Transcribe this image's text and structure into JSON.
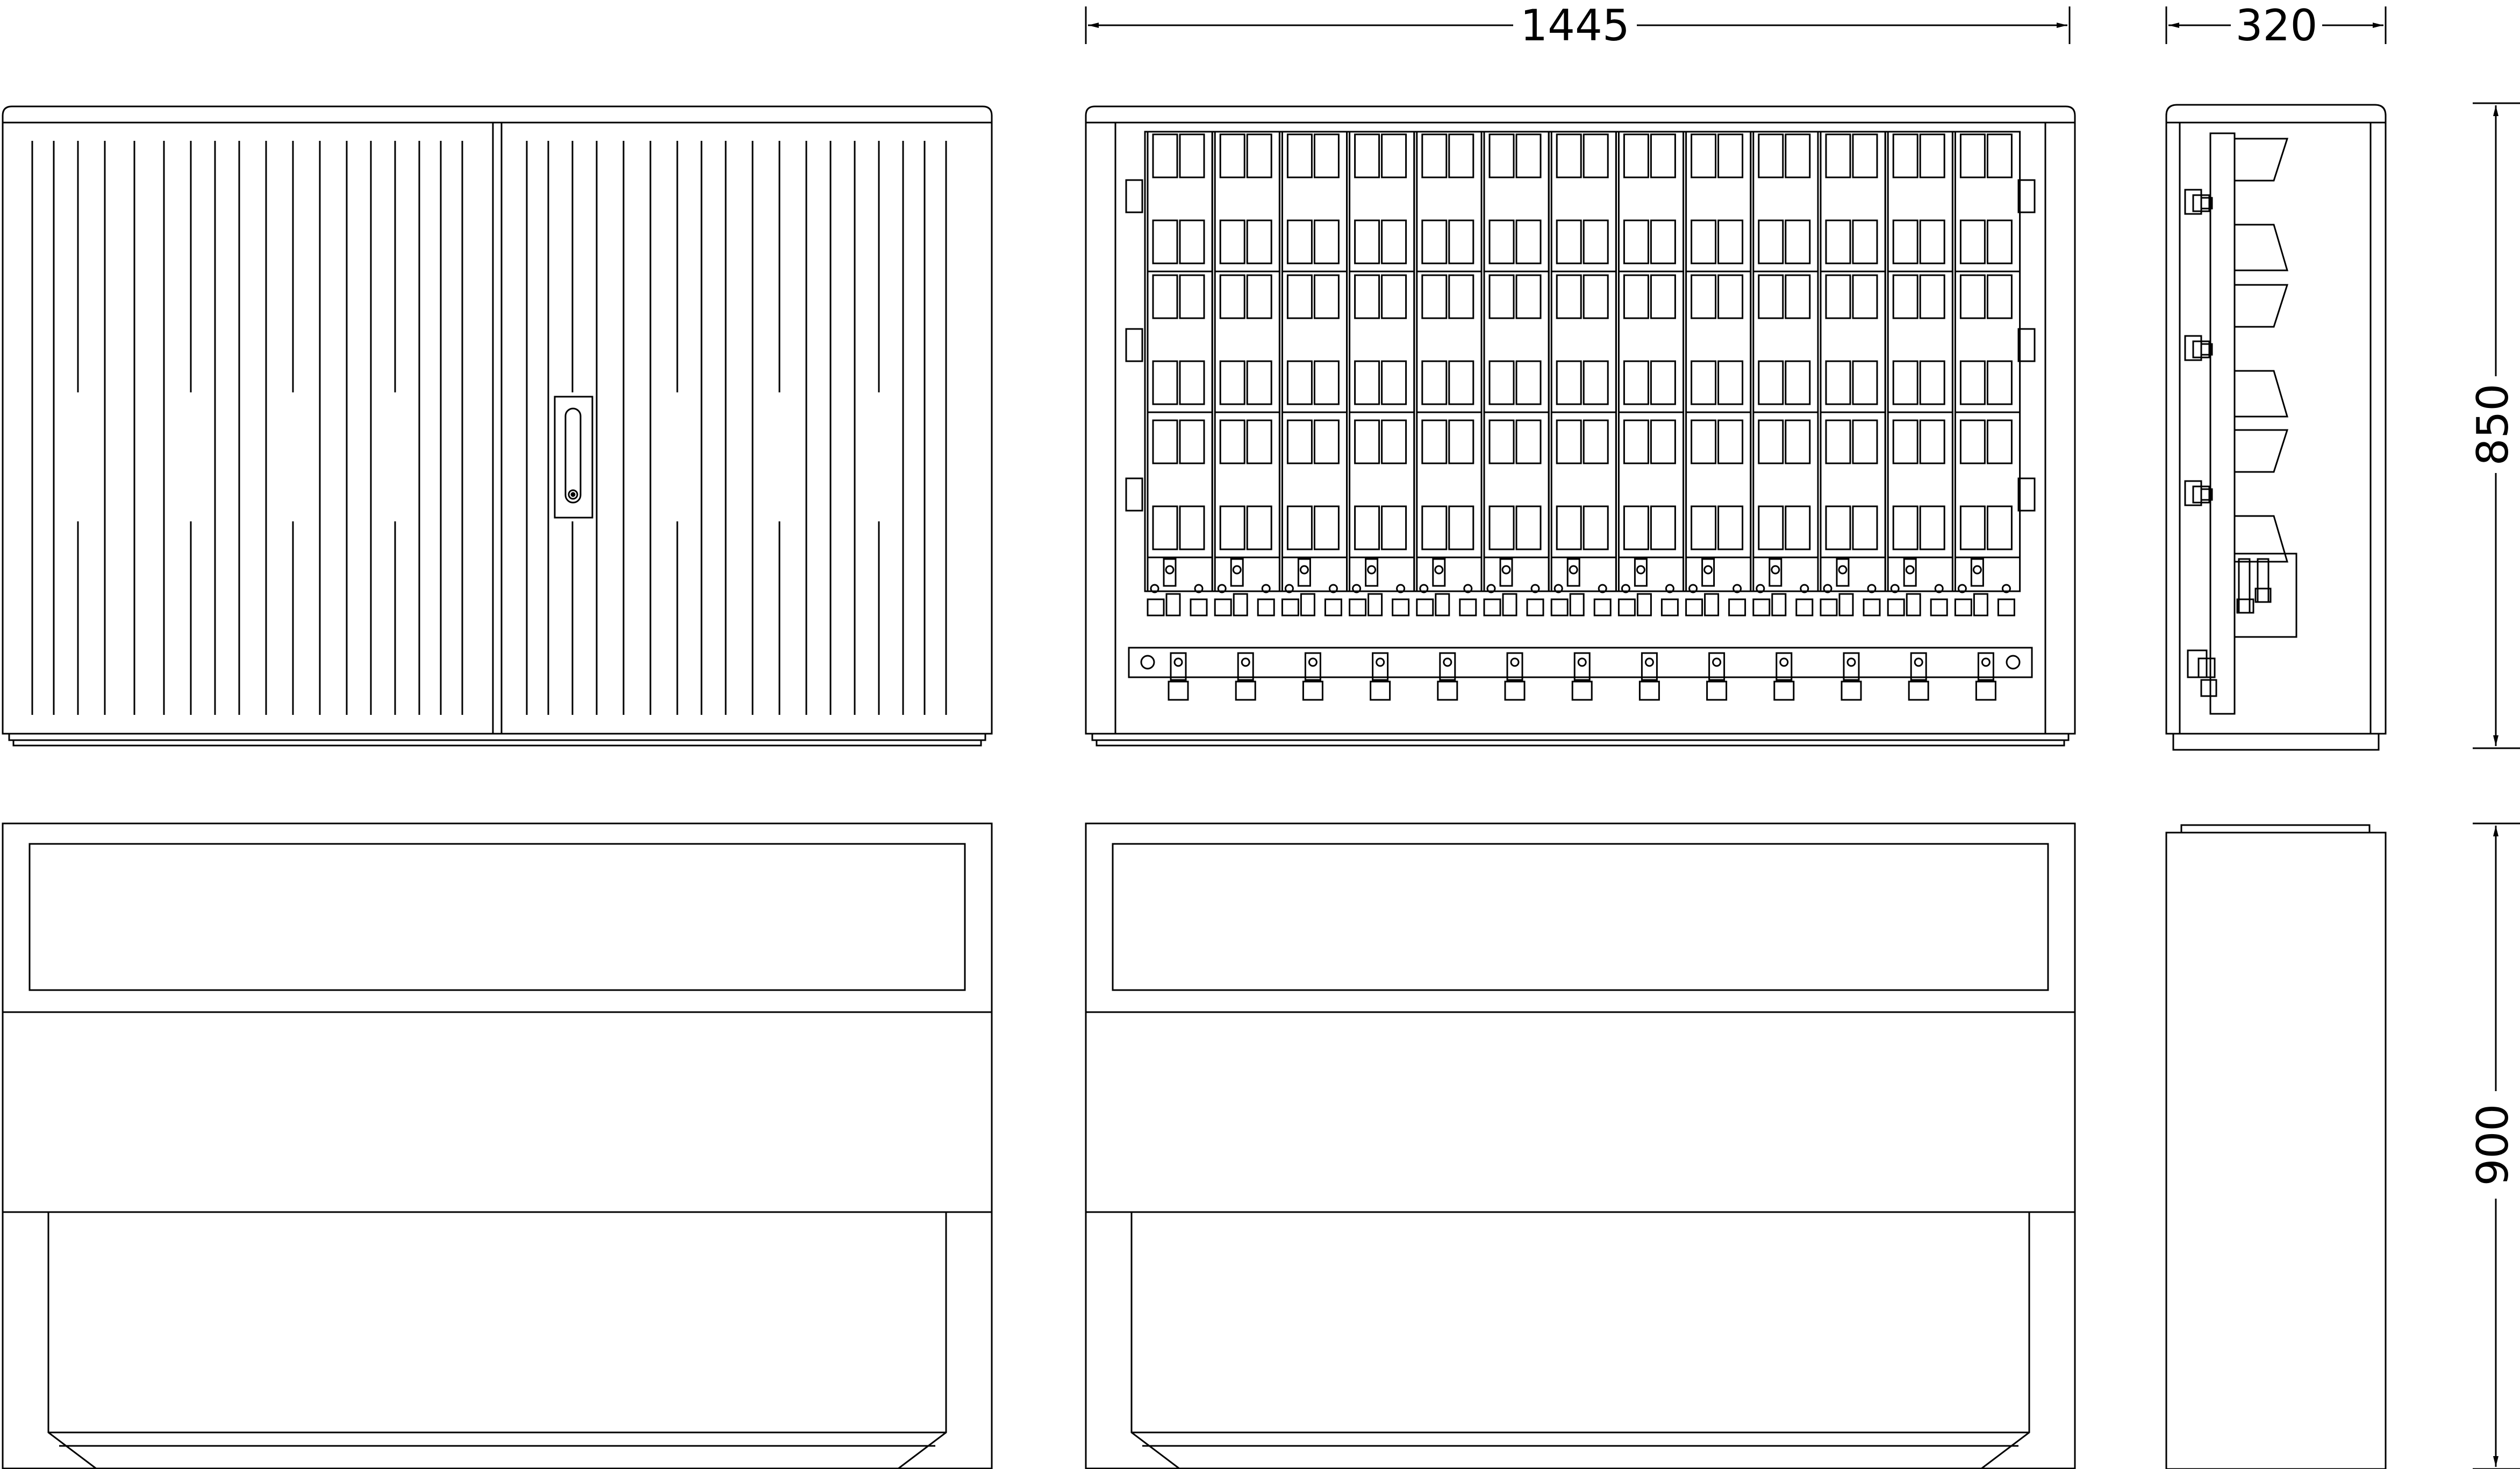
{
  "dimensions": {
    "width_front": "1445",
    "depth_side": "320",
    "height_cabinet": "850",
    "height_base": "900"
  },
  "counts": {
    "fuse_columns": 13
  }
}
